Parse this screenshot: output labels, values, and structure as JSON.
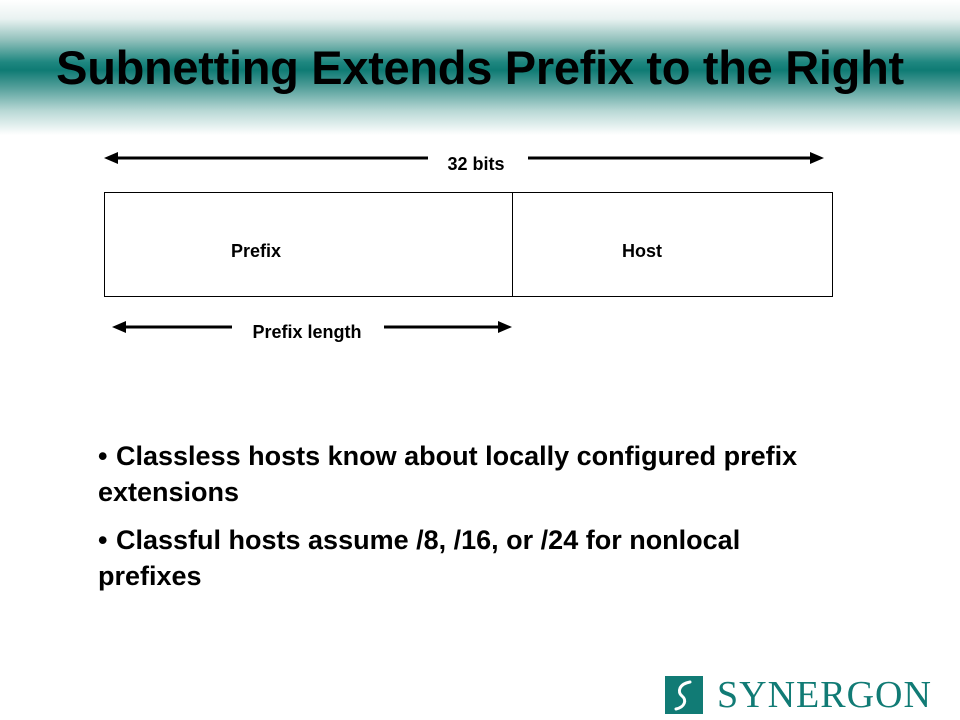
{
  "slide": {
    "title": "Subnetting Extends Prefix to the Right"
  },
  "diagram": {
    "total_label": "32 bits",
    "prefix_label": "Prefix",
    "host_label": "Host",
    "prefix_length_label": "Prefix length"
  },
  "bullets": [
    "Classless hosts know about locally configured prefix extensions",
    "Classful hosts assume /8, /16, or /24 for nonlocal prefixes"
  ],
  "bullet_symbol": "•",
  "logo": {
    "text": "SYNERGON",
    "icon": "synergon-logo-icon",
    "color": "#117b75"
  },
  "colors": {
    "title_band": "#0f7b74",
    "text": "#000000"
  }
}
